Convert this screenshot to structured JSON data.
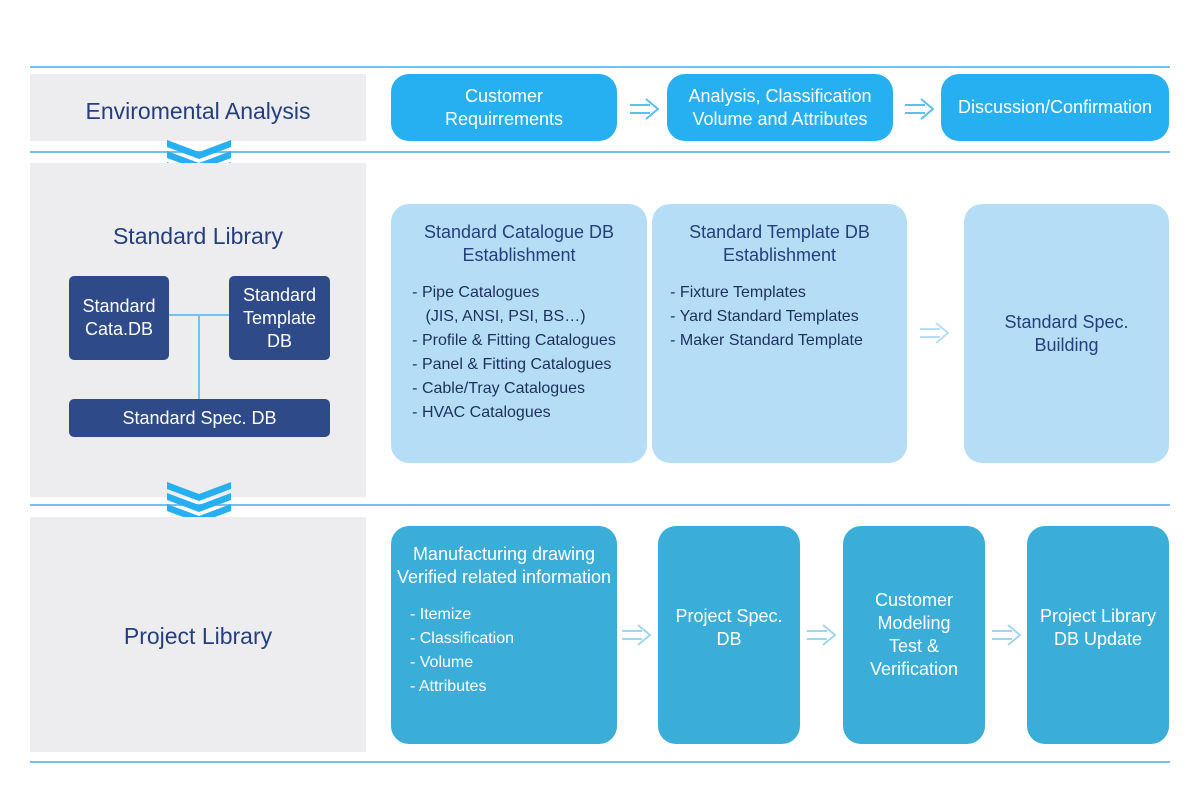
{
  "environmental": {
    "title": "Enviromental Analysis",
    "steps": [
      {
        "lines": [
          "Customer",
          "Requirrements"
        ]
      },
      {
        "lines": [
          "Analysis, Classification",
          "Volume and Attributes"
        ]
      },
      {
        "lines": [
          "Discussion/Confirmation"
        ]
      }
    ]
  },
  "standard": {
    "title": "Standard Library",
    "db_cata": [
      "Standard",
      "Cata.DB"
    ],
    "db_template": [
      "Standard",
      "Template",
      "DB"
    ],
    "db_spec": "Standard Spec. DB",
    "catalogue": {
      "heading": [
        "Standard Catalogue DB",
        "Establishment"
      ],
      "items": [
        "Pipe Catalogues",
        "(JIS, ANSI, PSI, BS…)",
        "Profile & Fitting Catalogues",
        "Panel & Fitting Catalogues",
        "Cable/Tray Catalogues",
        "HVAC Catalogues"
      ]
    },
    "template": {
      "heading": [
        "Standard Template DB",
        "Establishment"
      ],
      "items": [
        "Fixture Templates",
        "Yard Standard Templates",
        "Maker Standard Template"
      ]
    },
    "spec_building": [
      "Standard Spec.",
      "Building"
    ]
  },
  "project": {
    "title": "Project Library",
    "manufacturing": {
      "heading": [
        "Manufacturing drawing",
        "Verified related information"
      ],
      "items": [
        "Itemize",
        "Classification",
        "Volume",
        "Attributes"
      ]
    },
    "spec_db": [
      "Project Spec.",
      "DB"
    ],
    "modeling": [
      "Customer",
      "Modeling",
      "Test &",
      "Verification"
    ],
    "update": [
      "Project Library",
      "DB Update"
    ]
  },
  "colors": {
    "line": "#74c1ec",
    "section_bg": "#ededef",
    "title_text": "#253e7e",
    "env_box": "#27b0f1",
    "std_box": "#b5def6",
    "proj_box": "#3aaed9",
    "db_box": "#2e4a88",
    "chevron": "#27b0f1"
  }
}
